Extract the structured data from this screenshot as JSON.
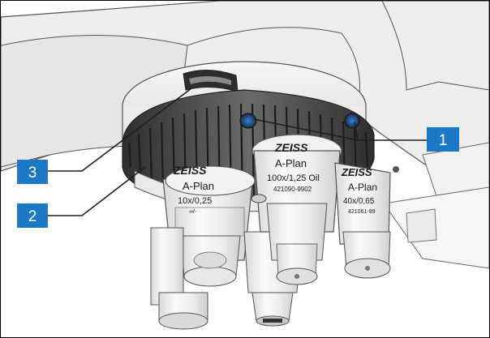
{
  "figure": {
    "callouts": [
      {
        "number": "1"
      },
      {
        "number": "2"
      },
      {
        "number": "3"
      }
    ],
    "objectives": [
      {
        "brand": "ZEISS",
        "name": "A-Plan",
        "spec": "10x/0,25",
        "extra": "∞/-"
      },
      {
        "brand": "ZEISS",
        "name": "A-Plan",
        "spec": "100x/1,25 Oil",
        "serial": "421090-9902"
      },
      {
        "brand": "ZEISS",
        "name": "A-Plan",
        "spec": "40x/0,65",
        "serial": "421061-99"
      }
    ],
    "colors": {
      "callout_blue": "#1b78c4",
      "line": "#555555",
      "metal_light": "#f4f4f4",
      "metal_mid": "#dcdcdc",
      "knurl_dark": "#3a3a3a"
    }
  }
}
